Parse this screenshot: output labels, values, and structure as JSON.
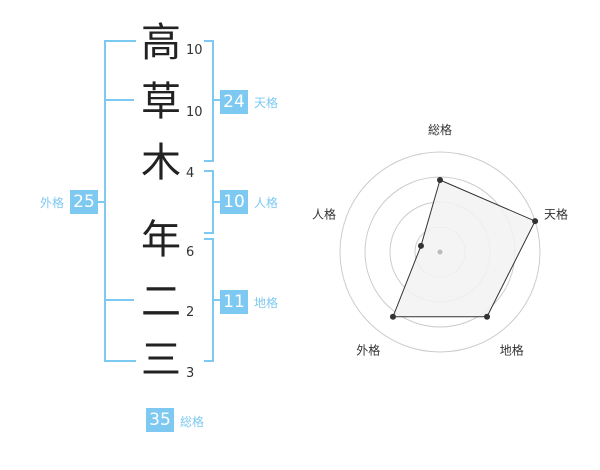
{
  "name": {
    "characters": [
      {
        "char": "高",
        "strokes": "10"
      },
      {
        "char": "草",
        "strokes": "10"
      },
      {
        "char": "木",
        "strokes": "4"
      },
      {
        "char": "年",
        "strokes": "6"
      },
      {
        "char": "二",
        "strokes": "2"
      },
      {
        "char": "三",
        "strokes": "3"
      }
    ]
  },
  "kakusu": {
    "tenkaku": {
      "value": "24",
      "label": "天格"
    },
    "jinkaku": {
      "value": "10",
      "label": "人格"
    },
    "chikaku": {
      "value": "11",
      "label": "地格"
    },
    "gaikaku": {
      "value": "25",
      "label": "外格"
    },
    "soukaku": {
      "value": "35",
      "label": "総格"
    }
  },
  "colors": {
    "accent": "#7dc9f1",
    "text": "#222222",
    "grid": "#cccccc",
    "fill": "#f2f2f2",
    "line": "#333333"
  },
  "chart_data": {
    "type": "radar",
    "axes": [
      "総格",
      "天格",
      "地格",
      "外格",
      "人格"
    ],
    "values": [
      0.72,
      1.0,
      0.8,
      0.8,
      0.2
    ],
    "rmax": 1.0,
    "rings": 4,
    "grid": true
  }
}
